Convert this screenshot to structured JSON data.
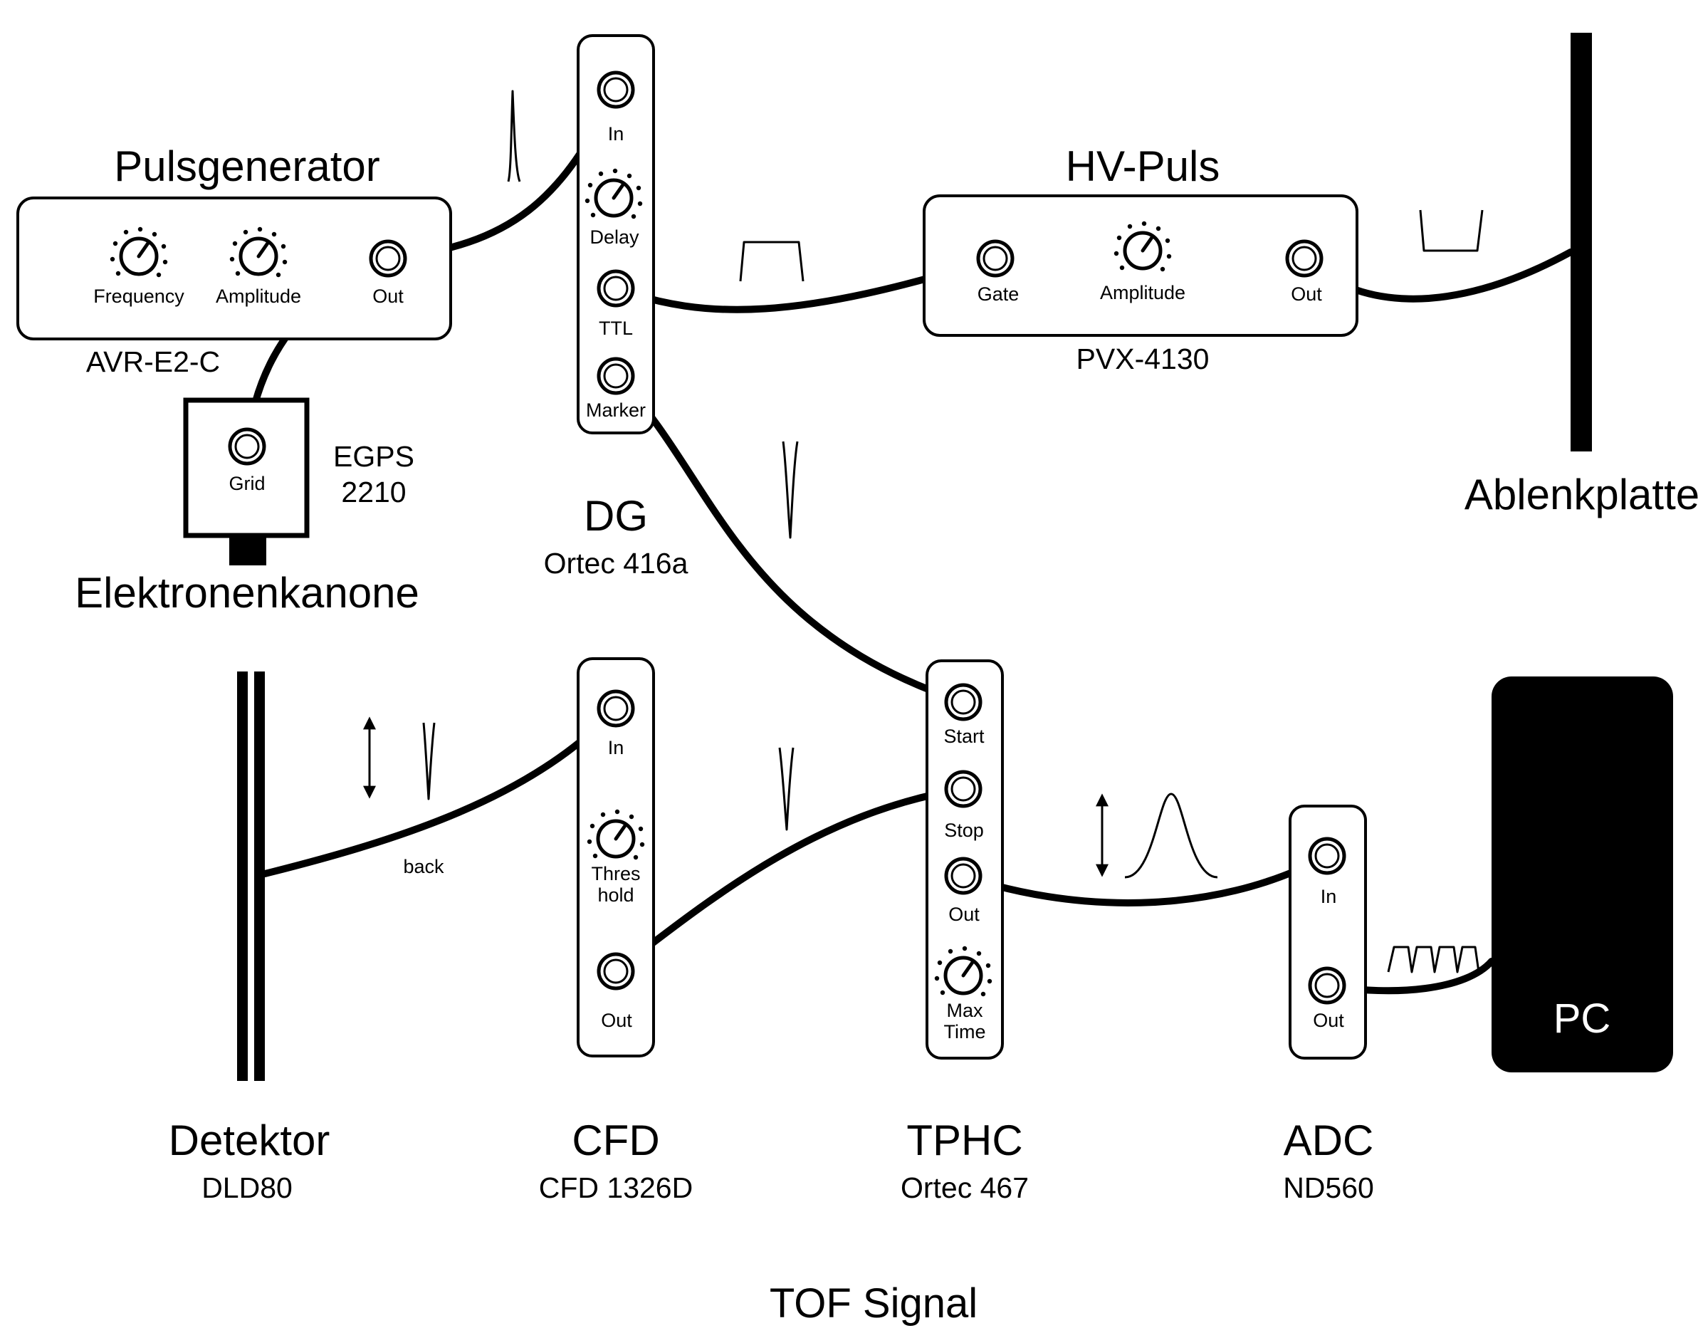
{
  "caption": "TOF Signal",
  "devices": {
    "pulsgenerator": {
      "title": "Pulsgenerator",
      "model": "AVR-E2-C",
      "knob1": "Frequency",
      "knob2": "Amplitude",
      "out": "Out"
    },
    "egps": {
      "line1": "EGPS",
      "line2": "2210",
      "grid": "Grid",
      "title": "Elektronenkanone"
    },
    "dg": {
      "in": "In",
      "delay": "Delay",
      "ttl": "TTL",
      "marker": "Marker",
      "title": "DG",
      "model": "Ortec 416a"
    },
    "hvpuls": {
      "title": "HV-Puls",
      "model": "PVX-4130",
      "gate": "Gate",
      "amplitude": "Amplitude",
      "out": "Out"
    },
    "ablenkplatte": {
      "title": "Ablenkplatte"
    },
    "detektor": {
      "title": "Detektor",
      "model": "DLD80",
      "back": "back"
    },
    "cfd": {
      "in": "In",
      "thres1": "Thres",
      "thres2": "hold",
      "out": "Out",
      "title": "CFD",
      "model": "CFD 1326D"
    },
    "tphc": {
      "start": "Start",
      "stop": "Stop",
      "out": "Out",
      "max1": "Max",
      "max2": "Time",
      "title": "TPHC",
      "model": "Ortec 467"
    },
    "adc": {
      "in": "In",
      "out": "Out",
      "title": "ADC",
      "model": "ND560"
    },
    "pc": {
      "label": "PC"
    }
  },
  "icons": [
    "knob-icon",
    "jack-icon",
    "pulse-waveform-icon",
    "double-arrow-icon"
  ]
}
